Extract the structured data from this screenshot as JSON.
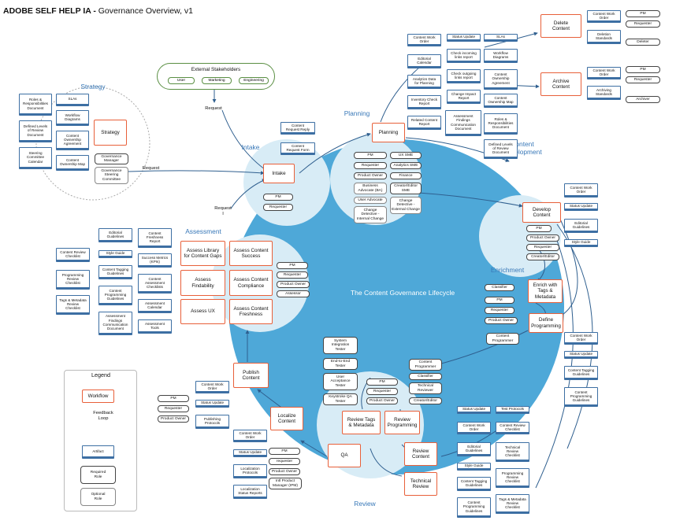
{
  "title": {
    "bold": "ADOBE SELF HELP IA - ",
    "rest": "Governance Overview, v1"
  },
  "center_title": "The Content Governance Lifecycle",
  "stakeholders": {
    "title": "External Stakeholders",
    "items": [
      "User",
      "Marketing",
      "Engineering"
    ]
  },
  "legend": {
    "title": "Legend",
    "workflow": "Workflow",
    "feedback": "Feedback\nLoop",
    "artifact": "Artifact",
    "required": "Required\nRole",
    "optional": "Optional\nRole"
  },
  "labels": [
    {
      "name": "label-strategy",
      "text": "Strategy"
    },
    {
      "name": "label-intake",
      "text": "Intake"
    },
    {
      "name": "label-planning",
      "text": "Planning"
    },
    {
      "name": "label-content-development",
      "text": "Content\nDevelopment"
    },
    {
      "name": "label-enrichment",
      "text": "Enrichment"
    },
    {
      "name": "label-assessment",
      "text": "Assessment"
    },
    {
      "name": "label-review",
      "text": "Review"
    }
  ],
  "flow_labels": [
    {
      "name": "flow-label-request-top",
      "text": "Request"
    },
    {
      "name": "flow-label-request-left",
      "text": "Request"
    },
    {
      "name": "flow-label-request-bottom",
      "text": "Request\nI"
    }
  ],
  "workflows": [
    {
      "name": "workflow-strategy",
      "text": "Strategy"
    },
    {
      "name": "workflow-intake",
      "text": "Intake"
    },
    {
      "name": "workflow-planning",
      "text": "Planning"
    },
    {
      "name": "workflow-delete-content",
      "text": "Delete\nContent"
    },
    {
      "name": "workflow-archive-content",
      "text": "Archive\nContent"
    },
    {
      "name": "workflow-develop-content",
      "text": "Develop\nContent"
    },
    {
      "name": "workflow-enrich-tags-metadata",
      "text": "Enrich with\nTags &\nMetadata"
    },
    {
      "name": "workflow-define-programming",
      "text": "Define\nProgramming"
    },
    {
      "name": "workflow-assess-library-gaps",
      "text": "Assess Library\nfor Content Gaps"
    },
    {
      "name": "workflow-assess-content-success",
      "text": "Assess Content\nSuccess"
    },
    {
      "name": "workflow-assess-findability",
      "text": "Assess\nFindability"
    },
    {
      "name": "workflow-assess-content-compliance",
      "text": "Assess Content\nCompliance"
    },
    {
      "name": "workflow-assess-ux",
      "text": "Assess UX"
    },
    {
      "name": "workflow-assess-content-freshness",
      "text": "Assess Content\nFreshness"
    },
    {
      "name": "workflow-publish-content",
      "text": "Publish\nContent"
    },
    {
      "name": "workflow-localize-content",
      "text": "Localize\nContent"
    },
    {
      "name": "workflow-qa",
      "text": "QA"
    },
    {
      "name": "workflow-review-tags-metadata",
      "text": "Review Tags\n& Metadata"
    },
    {
      "name": "workflow-review-programming",
      "text": "Review\nProgramming"
    },
    {
      "name": "workflow-review-content",
      "text": "Review\nContent"
    },
    {
      "name": "workflow-technical-review",
      "text": "Technical\nReview"
    }
  ],
  "artifacts": [
    {
      "name": "artifact-roles-responsibilities",
      "text": "Roles &\nResponsibilities\nDocument"
    },
    {
      "name": "artifact-slas",
      "text": "SLAs"
    },
    {
      "name": "artifact-defined-review-levels",
      "text": "Defined Levels\nof Review\nDocument"
    },
    {
      "name": "artifact-workflow-diagrams-strategy",
      "text": "Workflow\nDiagrams"
    },
    {
      "name": "artifact-content-ownership-agreement-strategy",
      "text": "Content\nOwnership\nAgreement"
    },
    {
      "name": "artifact-steering-committee-calendar",
      "text": "Steering\nCommittee\nCalendar"
    },
    {
      "name": "artifact-content-ownership-map-strategy",
      "text": "Content\nOwnership Map"
    },
    {
      "name": "artifact-content-request-reply",
      "text": "Content\nRequest Reply"
    },
    {
      "name": "artifact-content-request-form",
      "text": "Content\nRequest Form"
    },
    {
      "name": "artifact-content-work-order-planning",
      "text": "Content Work\nOrder"
    },
    {
      "name": "artifact-editorial-calendar",
      "text": "Editorial\nCalendar"
    },
    {
      "name": "artifact-analytics-data",
      "text": "Analytics Data\nfor Planning"
    },
    {
      "name": "artifact-inventory-check-report",
      "text": "Inventory Check\nReport"
    },
    {
      "name": "artifact-related-content-report",
      "text": "Related Content\nReport"
    },
    {
      "name": "artifact-status-update-planning",
      "text": "Status Update"
    },
    {
      "name": "artifact-slas-planning",
      "text": "SLAs"
    },
    {
      "name": "artifact-check-incoming-links",
      "text": "Check incoming\nlinks report"
    },
    {
      "name": "artifact-workflow-diagrams-planning",
      "text": "Workflow\nDiagrams"
    },
    {
      "name": "artifact-check-outgoing-links",
      "text": "Check outgoing\nlinks report"
    },
    {
      "name": "artifact-content-ownership-agreement-planning",
      "text": "Content\nOwnership\nAgreement"
    },
    {
      "name": "artifact-change-impact-report",
      "text": "Change Impact\nReport"
    },
    {
      "name": "artifact-content-ownership-map-planning",
      "text": "Content\nOwnership Map"
    },
    {
      "name": "artifact-assessment-findings-planning",
      "text": "Assessment\nFindings\nCommunication\nDocument"
    },
    {
      "name": "artifact-roles-responsibilities-planning",
      "text": "Roles &\nResponsibilities\nDocument"
    },
    {
      "name": "artifact-defined-review-levels-planning",
      "text": "Defined Levels\nof Review\nDocument"
    },
    {
      "name": "artifact-content-work-order-delete",
      "text": "Content Work\nOrder"
    },
    {
      "name": "artifact-deletion-standards",
      "text": "Deletion\nStandards"
    },
    {
      "name": "artifact-content-work-order-archive",
      "text": "Content Work\nOrder"
    },
    {
      "name": "artifact-archiving-standards",
      "text": "Archiving\nStandards"
    },
    {
      "name": "artifact-content-work-order-develop",
      "text": "Content Work\nOrder"
    },
    {
      "name": "artifact-status-update-develop",
      "text": "Status Update"
    },
    {
      "name": "artifact-editorial-guidelines-develop",
      "text": "Editorial\nGuidelines"
    },
    {
      "name": "artifact-style-guide-develop",
      "text": "Style Guide"
    },
    {
      "name": "artifact-content-work-order-enrich",
      "text": "Content Work\nOrder"
    },
    {
      "name": "artifact-status-update-enrich",
      "text": "Status Update"
    },
    {
      "name": "artifact-content-tagging-guidelines-enrich",
      "text": "Content Tagging\nGuidelines"
    },
    {
      "name": "artifact-content-programming-guidelines-enrich",
      "text": "Content\nProgramming\nGuidelines"
    },
    {
      "name": "artifact-editorial-guidelines-assess",
      "text": "Editorial\nGuidelines"
    },
    {
      "name": "artifact-content-freshness-report",
      "text": "Content\nFreshness\nReport"
    },
    {
      "name": "artifact-style-guide-assess",
      "text": "Style Guide"
    },
    {
      "name": "artifact-success-metrics",
      "text": "Success Metrics\n(KPIs)"
    },
    {
      "name": "artifact-content-tagging-guidelines-assess",
      "text": "Content Tagging\nGuidelines"
    },
    {
      "name": "artifact-content-assessment-checklists",
      "text": "Content\nAssessment\nChecklists"
    },
    {
      "name": "artifact-content-programming-guidelines-assess",
      "text": "Content\nProgramming\nGuidelines"
    },
    {
      "name": "artifact-assessment-calendar",
      "text": "Assessment\nCalendar"
    },
    {
      "name": "artifact-assessment-findings-assess",
      "text": "Assessment\nFindings\nCommunication\nDocument"
    },
    {
      "name": "artifact-assessment-tools",
      "text": "Assessment\nTools"
    },
    {
      "name": "artifact-content-review-checklist-assess",
      "text": "Content Review\nChecklist"
    },
    {
      "name": "artifact-programming-review-checklist-assess",
      "text": "Programming\nReview\nChecklist"
    },
    {
      "name": "artifact-tags-metadata-review-checklist-assess",
      "text": "Tags & Metadata\nReview\nChecklist"
    },
    {
      "name": "artifact-content-work-order-publish",
      "text": "Content Work\nOrder"
    },
    {
      "name": "artifact-status-update-publish",
      "text": "Status Update"
    },
    {
      "name": "artifact-publishing-protocols",
      "text": "Publishing\nProtocols"
    },
    {
      "name": "artifact-content-work-order-localize",
      "text": "Content Work\nOrder"
    },
    {
      "name": "artifact-status-update-localize",
      "text": "Status Update"
    },
    {
      "name": "artifact-localization-protocols",
      "text": "Localization\nProtocols"
    },
    {
      "name": "artifact-localization-status-reports",
      "text": "Localization\nStatus Reports"
    },
    {
      "name": "artifact-status-update-review",
      "text": "Status Update"
    },
    {
      "name": "artifact-test-protocols",
      "text": "Test Protocols"
    },
    {
      "name": "artifact-content-work-order-review",
      "text": "Content Work\nOrder"
    },
    {
      "name": "artifact-content-review-checklist-review",
      "text": "Content Review\nChecklist"
    },
    {
      "name": "artifact-editorial-guidelines-review",
      "text": "Editorial\nGuidelines"
    },
    {
      "name": "artifact-technical-review-checklist",
      "text": "Technical\nReview\nChecklist"
    },
    {
      "name": "artifact-style-guide-review",
      "text": "Style Guide"
    },
    {
      "name": "artifact-programming-review-checklist-review",
      "text": "Programming\nReview\nChecklist"
    },
    {
      "name": "artifact-content-tagging-guidelines-review",
      "text": "Content Tagging\nGuidelines"
    },
    {
      "name": "artifact-tags-metadata-review-checklist-review",
      "text": "Tags & Metadata\nReview\nChecklist"
    },
    {
      "name": "artifact-content-programming-guidelines-review",
      "text": "Content\nProgramming\nGuidelines"
    }
  ],
  "roles_required": [
    {
      "name": "role-governance-manager",
      "text": "Governance\nManager"
    },
    {
      "name": "role-pm-intake",
      "text": "PM"
    },
    {
      "name": "role-requester-intake",
      "text": "Requester"
    },
    {
      "name": "role-pm-planning",
      "text": "PM"
    },
    {
      "name": "role-requester-planning",
      "text": "Requester"
    },
    {
      "name": "role-product-owner-planning",
      "text": "Product Owner"
    },
    {
      "name": "role-ux-sme",
      "text": "UX SME"
    },
    {
      "name": "role-analytics-sme",
      "text": "Analytics SME"
    },
    {
      "name": "role-finance",
      "text": "Finance"
    },
    {
      "name": "role-creator-editor-sme",
      "text": "Creator/Editor\nSME"
    },
    {
      "name": "role-pm-delete",
      "text": "PM"
    },
    {
      "name": "role-requester-delete",
      "text": "Requester"
    },
    {
      "name": "role-deleter",
      "text": "Deleter"
    },
    {
      "name": "role-pm-archive",
      "text": "PM"
    },
    {
      "name": "role-requester-archive",
      "text": "Requester"
    },
    {
      "name": "role-archiver",
      "text": "Archiver"
    },
    {
      "name": "role-pm-develop",
      "text": "PM"
    },
    {
      "name": "role-product-owner-develop",
      "text": "Product Owner"
    },
    {
      "name": "role-requester-develop",
      "text": "Requester"
    },
    {
      "name": "role-creator-editor-develop",
      "text": "Creator/Editor"
    },
    {
      "name": "role-classifier-enrich",
      "text": "Classifier"
    },
    {
      "name": "role-pm-enrich",
      "text": "PM"
    },
    {
      "name": "role-requester-enrich",
      "text": "Requester"
    },
    {
      "name": "role-product-owner-enrich",
      "text": "Product Owner"
    },
    {
      "name": "role-content-programmer-define",
      "text": "Content\nProgrammer"
    },
    {
      "name": "role-pm-assess",
      "text": "PM"
    },
    {
      "name": "role-requester-assess",
      "text": "Requester"
    },
    {
      "name": "role-product-owner-assess",
      "text": "Product Owner"
    },
    {
      "name": "role-assessor",
      "text": "Assessor"
    },
    {
      "name": "role-system-integration-tester",
      "text": "System\nIntegration\nTester"
    },
    {
      "name": "role-end-to-end-tester",
      "text": "End-to-End\nTester"
    },
    {
      "name": "role-user-acceptance-tester",
      "text": "User\nAcceptance\nTester"
    },
    {
      "name": "role-keystroke-qa-tester",
      "text": "Keystroke QA\nTester"
    },
    {
      "name": "role-pm-review",
      "text": "PM"
    },
    {
      "name": "role-requester-review",
      "text": "Requester"
    },
    {
      "name": "role-product-owner-review",
      "text": "Product Owner"
    },
    {
      "name": "role-content-programmer-review",
      "text": "Content\nProgrammer"
    },
    {
      "name": "role-classifier-review",
      "text": "Classifier"
    },
    {
      "name": "role-technical-reviewer",
      "text": "Technical\nReviewer"
    },
    {
      "name": "role-creator-editor-review",
      "text": "Creator/Editor"
    },
    {
      "name": "role-pm-publish",
      "text": "PM"
    },
    {
      "name": "role-requester-publish",
      "text": "Requester"
    },
    {
      "name": "role-product-owner-publish",
      "text": "Product Owner"
    },
    {
      "name": "role-pm-localize",
      "text": "PM"
    },
    {
      "name": "role-requester-localize",
      "text": "requester"
    },
    {
      "name": "role-product-owner-localize",
      "text": "Product Owner"
    },
    {
      "name": "role-intl-product-manager",
      "text": "Intl Product\nManager (IPM)"
    }
  ],
  "roles_optional": [
    {
      "name": "role-governance-steering-committee",
      "text": "Governance\nSteering\nCommittee"
    },
    {
      "name": "role-business-advocate",
      "text": "Business\nAdvocate (BA)"
    },
    {
      "name": "role-user-advocate",
      "text": "User Advocate"
    },
    {
      "name": "role-change-detective-internal",
      "text": "Change\nDetective -\nInternal Change"
    },
    {
      "name": "role-change-detective-external",
      "text": "Change\nDetective -\nExternal Change"
    }
  ]
}
